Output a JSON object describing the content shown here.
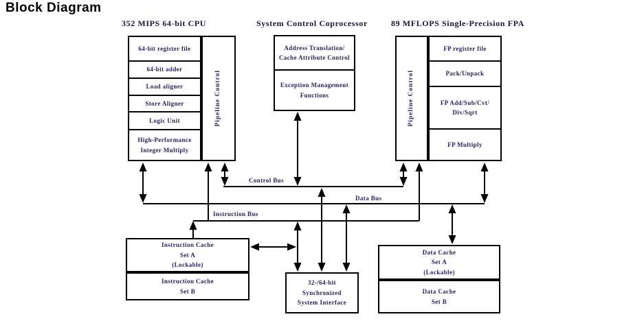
{
  "title": "Block Diagram",
  "colors": {
    "line": "#000000",
    "box_text": "#23235c",
    "header_text": "#16163a",
    "background": "#ffffff"
  },
  "cpu": {
    "header": "352 MIPS 64-bit CPU",
    "pipeline_control_label": "Pipeline Control",
    "units": [
      "64-bit register file",
      "64-bit adder",
      "Load aligner",
      "Store Aligner",
      "Logic Unit",
      "High-Performance\nInteger Multiply"
    ]
  },
  "coprocessor": {
    "header": "System Control Coprocessor",
    "units": [
      "Address Translation/\nCache Attribute Control",
      "Exception Management\nFunctions"
    ]
  },
  "fpa": {
    "header": "89 MFLOPS Single-Precision FPA",
    "pipeline_control_label": "Pipeline Control",
    "units": [
      "FP register file",
      "Pack/Unpack",
      "FP Add/Sub/Cvt/\nDiv/Sqrt",
      "FP Multiply"
    ]
  },
  "buses": {
    "control_bus_label": "Control Bus",
    "data_bus_label": "Data Bus",
    "instruction_bus_label": "Instruction Bus"
  },
  "instruction_cache": {
    "set_a": "Instruction Cache\nSet A\n(Lockable)",
    "set_b": "Instruction Cache\nSet B"
  },
  "data_cache": {
    "set_a": "Data Cache\nSet A\n(Lockable)",
    "set_b": "Data Cache\nSet B"
  },
  "system_interface": {
    "label": "32-/64-bit\nSynchronized\nSystem Interface"
  }
}
